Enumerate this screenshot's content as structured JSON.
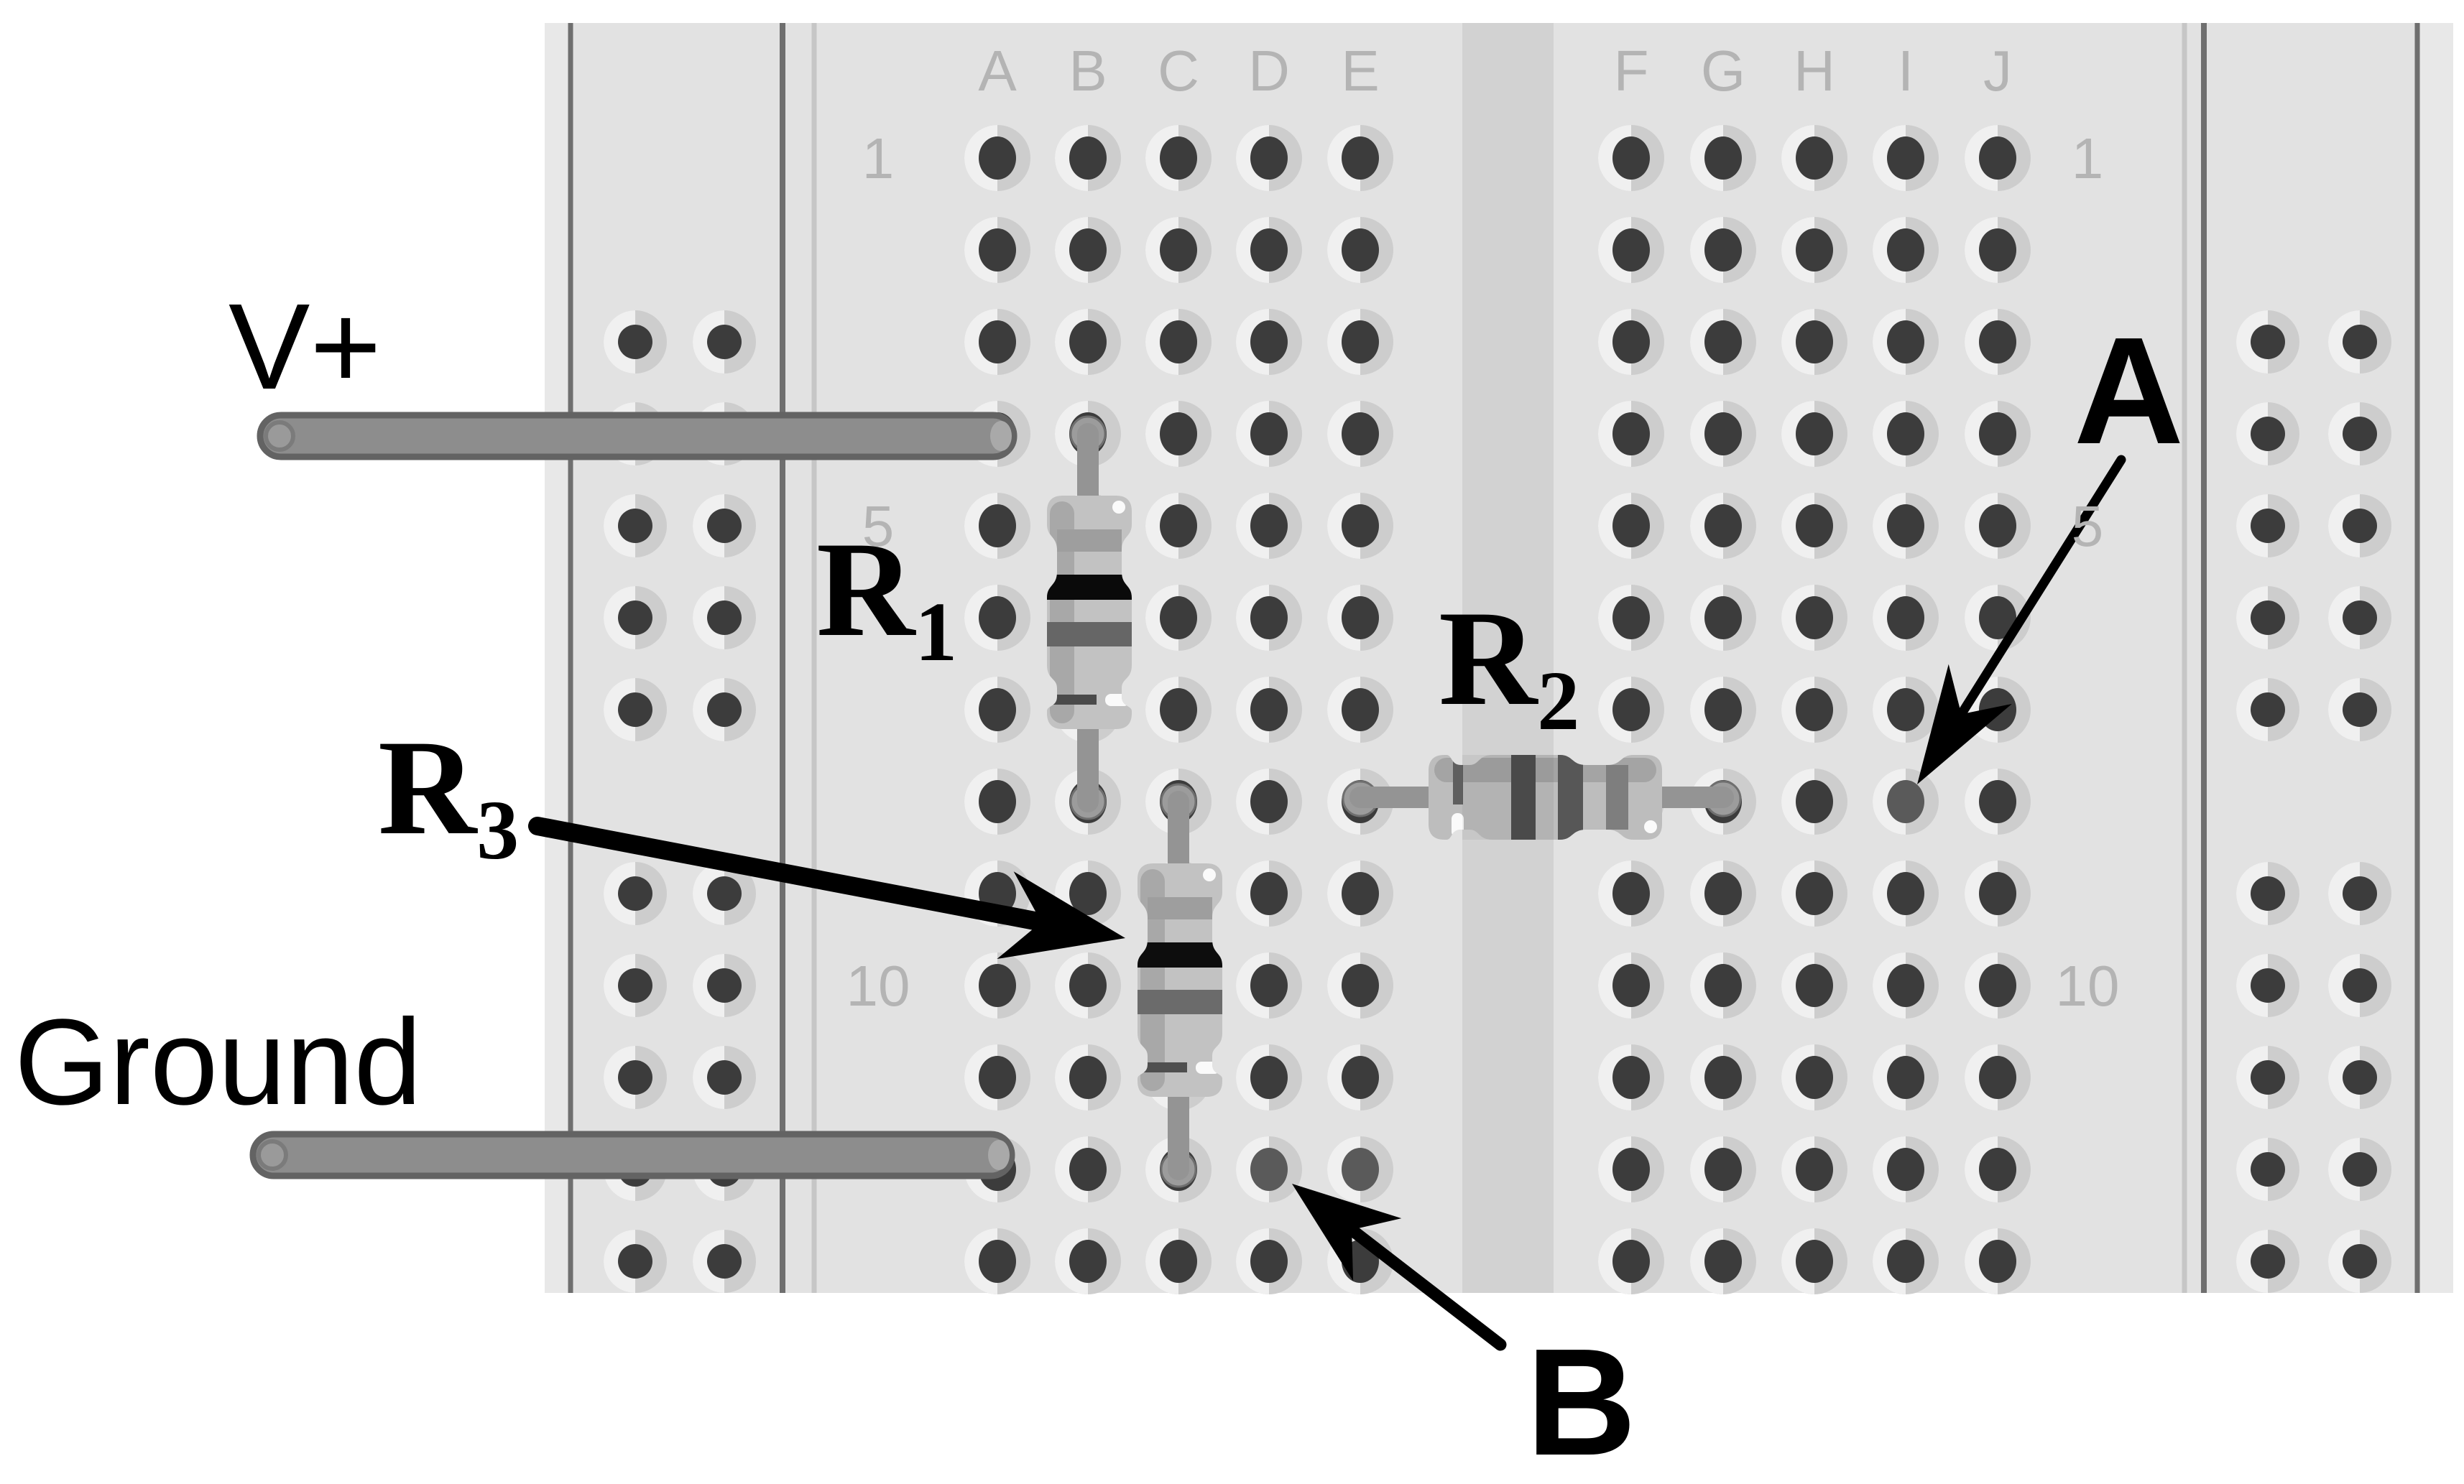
{
  "diagram": {
    "background": "#ffffff",
    "board_color": "#e2e2e2",
    "channel_color": "#d2d2d2",
    "edge_strip_color": "#e8e8e8",
    "line_dark": "#6f6f6f",
    "line_light": "#c6c6c6",
    "hole_outer_light": "#f0f0f0",
    "hole_outer_shade": "#cdcdcd",
    "hole_inner": "#3c3c3c",
    "hole_inner_soft": "#5a5a5a",
    "label_color": "#b4b4b4",
    "wire_color": "#8d8d8d",
    "wire_edge_color": "#636363",
    "lead_color": "#949494",
    "annotation_color": "#000000"
  },
  "column_labels_left": [
    "A",
    "B",
    "C",
    "D",
    "E"
  ],
  "column_labels_right": [
    "F",
    "G",
    "H",
    "I",
    "J"
  ],
  "row_labels": [
    "1",
    "5",
    "10"
  ],
  "wires": {
    "v_plus_label": "V+",
    "ground_label": "Ground"
  },
  "resistors": [
    {
      "name": "R1",
      "label": "R",
      "subscript": "1",
      "body": "#c2c2c2",
      "bands": [
        "#9e9e9e",
        "#0a0a0a",
        "#666666",
        "#4a4a4a"
      ]
    },
    {
      "name": "R2",
      "label": "R",
      "subscript": "2",
      "body": "#bdbdbd",
      "bands": [
        "#7e7e7e",
        "#575757",
        "#4e4e4e",
        "#5f5f5f"
      ]
    },
    {
      "name": "R3",
      "label": "R",
      "subscript": "3",
      "body": "#c2c2c2",
      "bands": [
        "#9e9e9e",
        "#0d0d0d",
        "#6b6b6b",
        "#4f4f4f"
      ]
    }
  ],
  "annotations": {
    "a_label": "A",
    "b_label": "B"
  }
}
